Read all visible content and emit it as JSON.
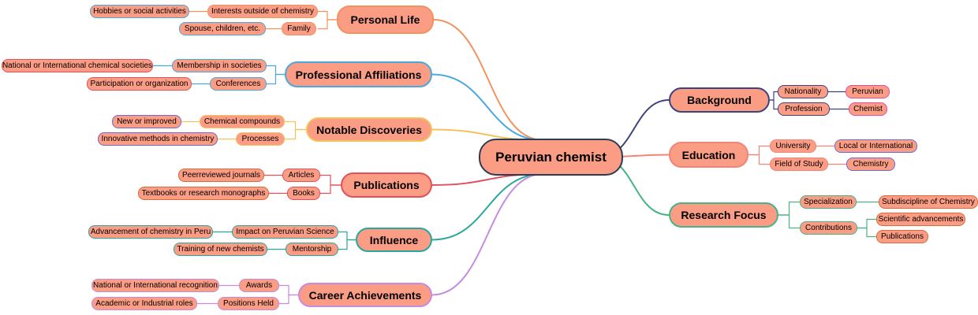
{
  "root": {
    "label": "Peruvian chemist"
  },
  "branches": [
    {
      "id": "background",
      "label": "Background",
      "color": "#3d4380",
      "children": [
        {
          "label": "Nationality",
          "children": [
            {
              "label": "Peruvian"
            }
          ]
        },
        {
          "label": "Profession",
          "children": [
            {
              "label": "Chemist"
            }
          ]
        }
      ]
    },
    {
      "id": "education",
      "label": "Education",
      "color": "#f08677",
      "children": [
        {
          "label": "University",
          "children": [
            {
              "label": "Local or International"
            }
          ]
        },
        {
          "label": "Field of Study",
          "children": [
            {
              "label": "Chemistry"
            }
          ]
        }
      ]
    },
    {
      "id": "research-focus",
      "label": "Research Focus",
      "color": "#4ab383",
      "children": [
        {
          "label": "Specialization",
          "children": [
            {
              "label": "Subdiscipline of Chemistry"
            }
          ]
        },
        {
          "label": "Contributions",
          "children": [
            {
              "label": "Scientific advancements"
            },
            {
              "label": "Publications"
            }
          ]
        }
      ]
    },
    {
      "id": "personal-life",
      "label": "Personal Life",
      "color": "#f2935f",
      "children": [
        {
          "label": "Interests outside of chemistry",
          "children": [
            {
              "label": "Hobbies or social activities"
            }
          ]
        },
        {
          "label": "Family",
          "children": [
            {
              "label": "Spouse, children, etc."
            }
          ]
        }
      ]
    },
    {
      "id": "professional-affiliations",
      "label": "Professional Affiliations",
      "color": "#4aa8df",
      "children": [
        {
          "label": "Membership in societies",
          "children": [
            {
              "label": "National or International chemical societies"
            }
          ]
        },
        {
          "label": "Conferences",
          "children": [
            {
              "label": "Participation or organization"
            }
          ]
        }
      ]
    },
    {
      "id": "notable-discoveries",
      "label": "Notable Discoveries",
      "color": "#f2c35c",
      "children": [
        {
          "label": "Chemical compounds",
          "children": [
            {
              "label": "New or improved"
            }
          ]
        },
        {
          "label": "Processes",
          "children": [
            {
              "label": "Innovative methods in chemistry"
            }
          ]
        }
      ]
    },
    {
      "id": "publications",
      "label": "Publications",
      "color": "#e2505c",
      "children": [
        {
          "label": "Articles",
          "children": [
            {
              "label": "Peerreviewed journals"
            }
          ]
        },
        {
          "label": "Books",
          "children": [
            {
              "label": "Textbooks or research monographs"
            }
          ]
        }
      ]
    },
    {
      "id": "influence",
      "label": "Influence",
      "color": "#2aa79b",
      "children": [
        {
          "label": "Impact on Peruvian Science",
          "children": [
            {
              "label": "Advancement of chemistry in Peru"
            }
          ]
        },
        {
          "label": "Mentorship",
          "children": [
            {
              "label": "Training of new chemists"
            }
          ]
        }
      ]
    },
    {
      "id": "career-achievements",
      "label": "Career Achievements",
      "color": "#c58be0",
      "children": [
        {
          "label": "Awards",
          "children": [
            {
              "label": "National or International recognition"
            }
          ]
        },
        {
          "label": "Positions Held",
          "children": [
            {
              "label": "Academic or Industrial roles"
            }
          ]
        }
      ]
    }
  ],
  "leaf_colors": [
    "#e64ba6",
    "#6a6bd6",
    "#d96a3a",
    "#4aa8df",
    "#e2505c",
    "#6a6bd6",
    "#d66a3a",
    "#2aa79b",
    "#c58be0"
  ]
}
